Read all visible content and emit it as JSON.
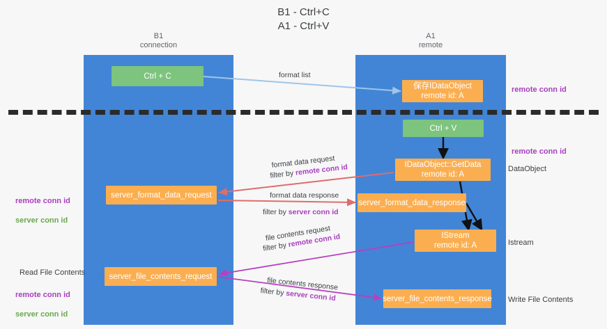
{
  "title": "B1 - Ctrl+C\nA1 - Ctrl+V",
  "lanes": [
    {
      "id": "b1",
      "title": "B1\nconnection",
      "color": "#4285d6"
    },
    {
      "id": "a1",
      "title": "A1\nremote",
      "color": "#4285d6"
    }
  ],
  "nodes": {
    "ctrl_c": {
      "label": "Ctrl + C",
      "color": "#7dc47f"
    },
    "save_idataobject": {
      "line1": "保存IDataObject",
      "line2": "remote id: A",
      "color": "#fbae50"
    },
    "ctrl_v": {
      "label": "Ctrl + V",
      "color": "#7dc47f"
    },
    "getdata": {
      "line1": "IDataObject::GetData",
      "line2": "remote id: A",
      "color": "#fbae50"
    },
    "server_format_data_request": {
      "label": "server_format_data_request",
      "color": "#fbae50"
    },
    "server_format_data_response": {
      "label": "server_format_data_response",
      "color": "#fbae50"
    },
    "istream": {
      "line1": "IStream",
      "line2": "remote id: A",
      "color": "#fbae50"
    },
    "server_file_contents_request": {
      "label": "server_file_contents_request",
      "color": "#fbae50"
    },
    "server_file_contents_response": {
      "label": "server_file_contents_response",
      "color": "#fbae50"
    }
  },
  "edge_labels": {
    "format_list": "format list",
    "format_data_request": "format data request",
    "filter_by": "filter by ",
    "remote_conn_id": "remote conn id",
    "server_conn_id": "server conn id",
    "format_data_response": "format data response",
    "file_contents_request": "file contents request",
    "file_contents_response": "file contents response"
  },
  "side_labels": {
    "remote_conn_id_top": "remote conn id",
    "remote_conn_id_mid": "remote conn id",
    "dataobject": "DataObject",
    "istream": "Istream",
    "write_file_contents": "Write File Contents",
    "read_file_contents": "Read File Contents",
    "left_remote_conn_id": "remote conn id",
    "left_server_conn_id": "server conn id",
    "left_remote_conn_id_2": "remote conn id",
    "left_server_conn_id_2": "server conn id"
  },
  "colors": {
    "lane": "#4285d6",
    "green_node": "#7dc47f",
    "orange_node": "#fbae50",
    "purple_text": "#a83fc0",
    "green_text": "#6aa84f",
    "blue_arrow": "#9fc5e8",
    "red_arrow": "#e06c6c",
    "magenta_arrow": "#b83fc0",
    "black_arrow": "#000000",
    "divider": "#2b2b2b",
    "background": "#f7f7f7"
  }
}
